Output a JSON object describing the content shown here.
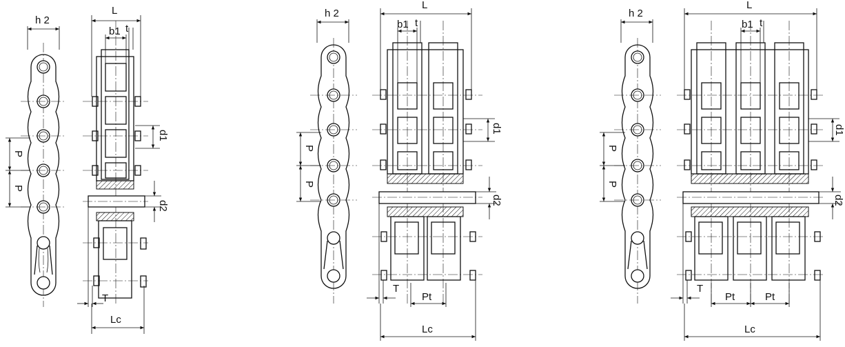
{
  "colors": {
    "line": "#111111",
    "background": "#ffffff"
  },
  "views": [
    {
      "id": "simplex",
      "strands": 1,
      "labels": {
        "h2": "h 2",
        "L": "L",
        "b1": "b1",
        "t": "t",
        "d1": "d1",
        "P": "P",
        "d2": "d2",
        "T": "T",
        "Lc": "Lc"
      }
    },
    {
      "id": "duplex",
      "strands": 2,
      "labels": {
        "h2": "h 2",
        "L": "L",
        "b1": "b1",
        "t": "t",
        "d1": "d1",
        "P": "P",
        "d2": "d2",
        "T": "T",
        "Pt": "Pt",
        "Lc": "Lc"
      }
    },
    {
      "id": "triplex",
      "strands": 3,
      "labels": {
        "h2": "h 2",
        "L": "L",
        "b1": "b1",
        "t": "t",
        "d1": "d1",
        "P": "P",
        "d2": "d2",
        "T": "T",
        "Pt": "Pt",
        "Lc": "Lc"
      }
    }
  ]
}
